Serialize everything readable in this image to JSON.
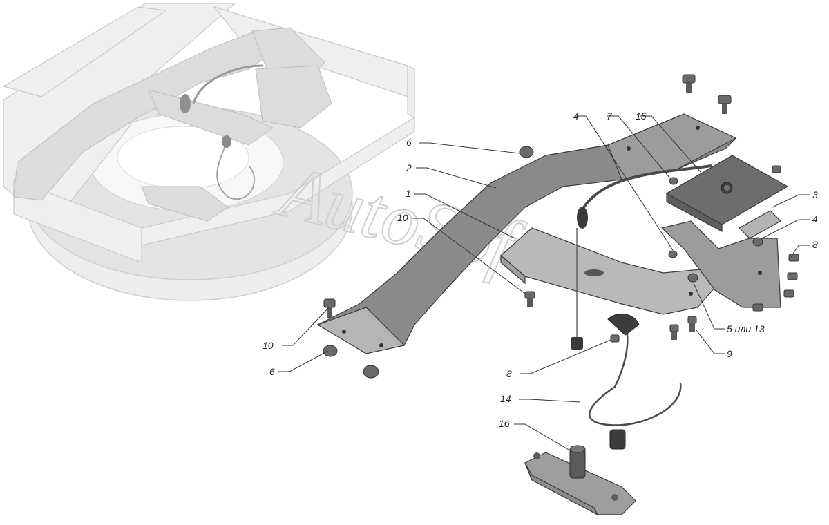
{
  "watermark": "AutoSoft",
  "callouts": [
    {
      "id": "c1",
      "text": "1"
    },
    {
      "id": "c2",
      "text": "2"
    },
    {
      "id": "c3",
      "text": "3"
    },
    {
      "id": "c4a",
      "text": "4"
    },
    {
      "id": "c4b",
      "text": "4"
    },
    {
      "id": "c5",
      "text": "5 или 13"
    },
    {
      "id": "c6a",
      "text": "6"
    },
    {
      "id": "c6b",
      "text": "6"
    },
    {
      "id": "c7",
      "text": "7"
    },
    {
      "id": "c8a",
      "text": "8"
    },
    {
      "id": "c8b",
      "text": "8"
    },
    {
      "id": "c9",
      "text": "9"
    },
    {
      "id": "c10a",
      "text": "10"
    },
    {
      "id": "c10b",
      "text": "10"
    },
    {
      "id": "c14",
      "text": "14"
    },
    {
      "id": "c15",
      "text": "15"
    },
    {
      "id": "c16",
      "text": "16"
    }
  ]
}
